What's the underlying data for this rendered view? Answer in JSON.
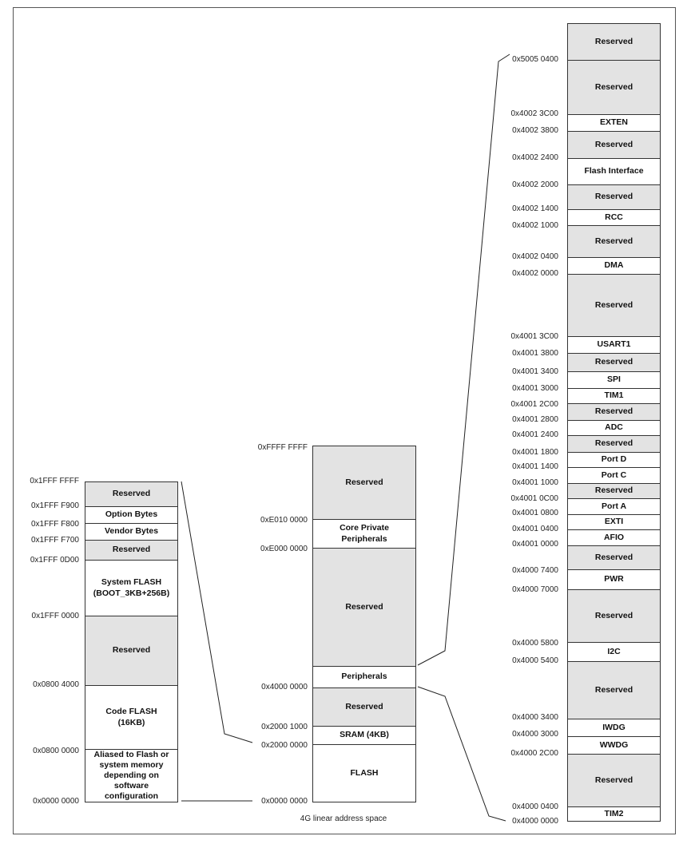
{
  "caption": "4G linear address space",
  "left_column": {
    "addresses": [
      "0x1FFF FFFF",
      "0x1FFF F900",
      "0x1FFF F800",
      "0x1FFF F700",
      "0x1FFF 0D00",
      "0x1FFF 0000",
      "0x0800 4000",
      "0x0800 0000",
      "0x0000 0000"
    ],
    "blocks": [
      {
        "label": "Reserved",
        "shade": "gray"
      },
      {
        "label": "Option Bytes",
        "shade": "white"
      },
      {
        "label": "Vendor Bytes",
        "shade": "white"
      },
      {
        "label": "Reserved",
        "shade": "gray"
      },
      {
        "label": "System FLASH\n(BOOT_3KB+256B)",
        "shade": "white"
      },
      {
        "label": "Reserved",
        "shade": "gray"
      },
      {
        "label": "Code FLASH\n(16KB)",
        "shade": "white"
      },
      {
        "label": "Aliased to Flash or\nsystem memory\ndepending on\nsoftware\nconfiguration",
        "shade": "white"
      }
    ]
  },
  "middle_column": {
    "addresses": [
      "0xFFFF FFFF",
      "0xE010 0000",
      "0xE000 0000",
      "0x4000 0000",
      "0x2000 1000",
      "0x2000 0000",
      "0x0000 0000"
    ],
    "blocks": [
      {
        "label": "Reserved",
        "shade": "gray"
      },
      {
        "label": "Core Private\nPeripherals",
        "shade": "white"
      },
      {
        "label": "Reserved",
        "shade": "gray"
      },
      {
        "label": "Peripherals",
        "shade": "white"
      },
      {
        "label": "Reserved",
        "shade": "gray"
      },
      {
        "label": "SRAM (4KB)",
        "shade": "white"
      },
      {
        "label": "FLASH",
        "shade": "white"
      }
    ]
  },
  "right_column": {
    "addresses": [
      "0x5005 0400",
      "0x4002 3C00",
      "0x4002 3800",
      "0x4002 2400",
      "0x4002 2000",
      "0x4002 1400",
      "0x4002 1000",
      "0x4002 0400",
      "0x4002 0000",
      "0x4001 3C00",
      "0x4001 3800",
      "0x4001 3400",
      "0x4001 3000",
      "0x4001 2C00",
      "0x4001 2800",
      "0x4001 2400",
      "0x4001 1800",
      "0x4001 1400",
      "0x4001 1000",
      "0x4001 0C00",
      "0x4001 0800",
      "0x4001 0400",
      "0x4001 0000",
      "0x4000 7400",
      "0x4000 7000",
      "0x4000 5800",
      "0x4000 5400",
      "0x4000 3400",
      "0x4000 3000",
      "0x4000 2C00",
      "0x4000 0400",
      "0x4000 0000"
    ],
    "blocks": [
      {
        "label": "Reserved",
        "shade": "gray"
      },
      {
        "label": "Reserved",
        "shade": "gray"
      },
      {
        "label": "EXTEN",
        "shade": "white"
      },
      {
        "label": "Reserved",
        "shade": "gray"
      },
      {
        "label": "Flash Interface",
        "shade": "white"
      },
      {
        "label": "Reserved",
        "shade": "gray"
      },
      {
        "label": "RCC",
        "shade": "white"
      },
      {
        "label": "Reserved",
        "shade": "gray"
      },
      {
        "label": "DMA",
        "shade": "white"
      },
      {
        "label": "Reserved",
        "shade": "gray"
      },
      {
        "label": "USART1",
        "shade": "white"
      },
      {
        "label": "Reserved",
        "shade": "gray"
      },
      {
        "label": "SPI",
        "shade": "white"
      },
      {
        "label": "TIM1",
        "shade": "white"
      },
      {
        "label": "Reserved",
        "shade": "gray"
      },
      {
        "label": "ADC",
        "shade": "white"
      },
      {
        "label": "Reserved",
        "shade": "gray"
      },
      {
        "label": "Port D",
        "shade": "white"
      },
      {
        "label": "Port C",
        "shade": "white"
      },
      {
        "label": "Reserved",
        "shade": "gray"
      },
      {
        "label": "Port A",
        "shade": "white"
      },
      {
        "label": "EXTI",
        "shade": "white"
      },
      {
        "label": "AFIO",
        "shade": "white"
      },
      {
        "label": "Reserved",
        "shade": "gray"
      },
      {
        "label": "PWR",
        "shade": "white"
      },
      {
        "label": "Reserved",
        "shade": "gray"
      },
      {
        "label": "I2C",
        "shade": "white"
      },
      {
        "label": "Reserved",
        "shade": "gray"
      },
      {
        "label": "IWDG",
        "shade": "white"
      },
      {
        "label": "WWDG",
        "shade": "white"
      },
      {
        "label": "Reserved",
        "shade": "gray"
      },
      {
        "label": "TIM2",
        "shade": "white"
      }
    ]
  }
}
